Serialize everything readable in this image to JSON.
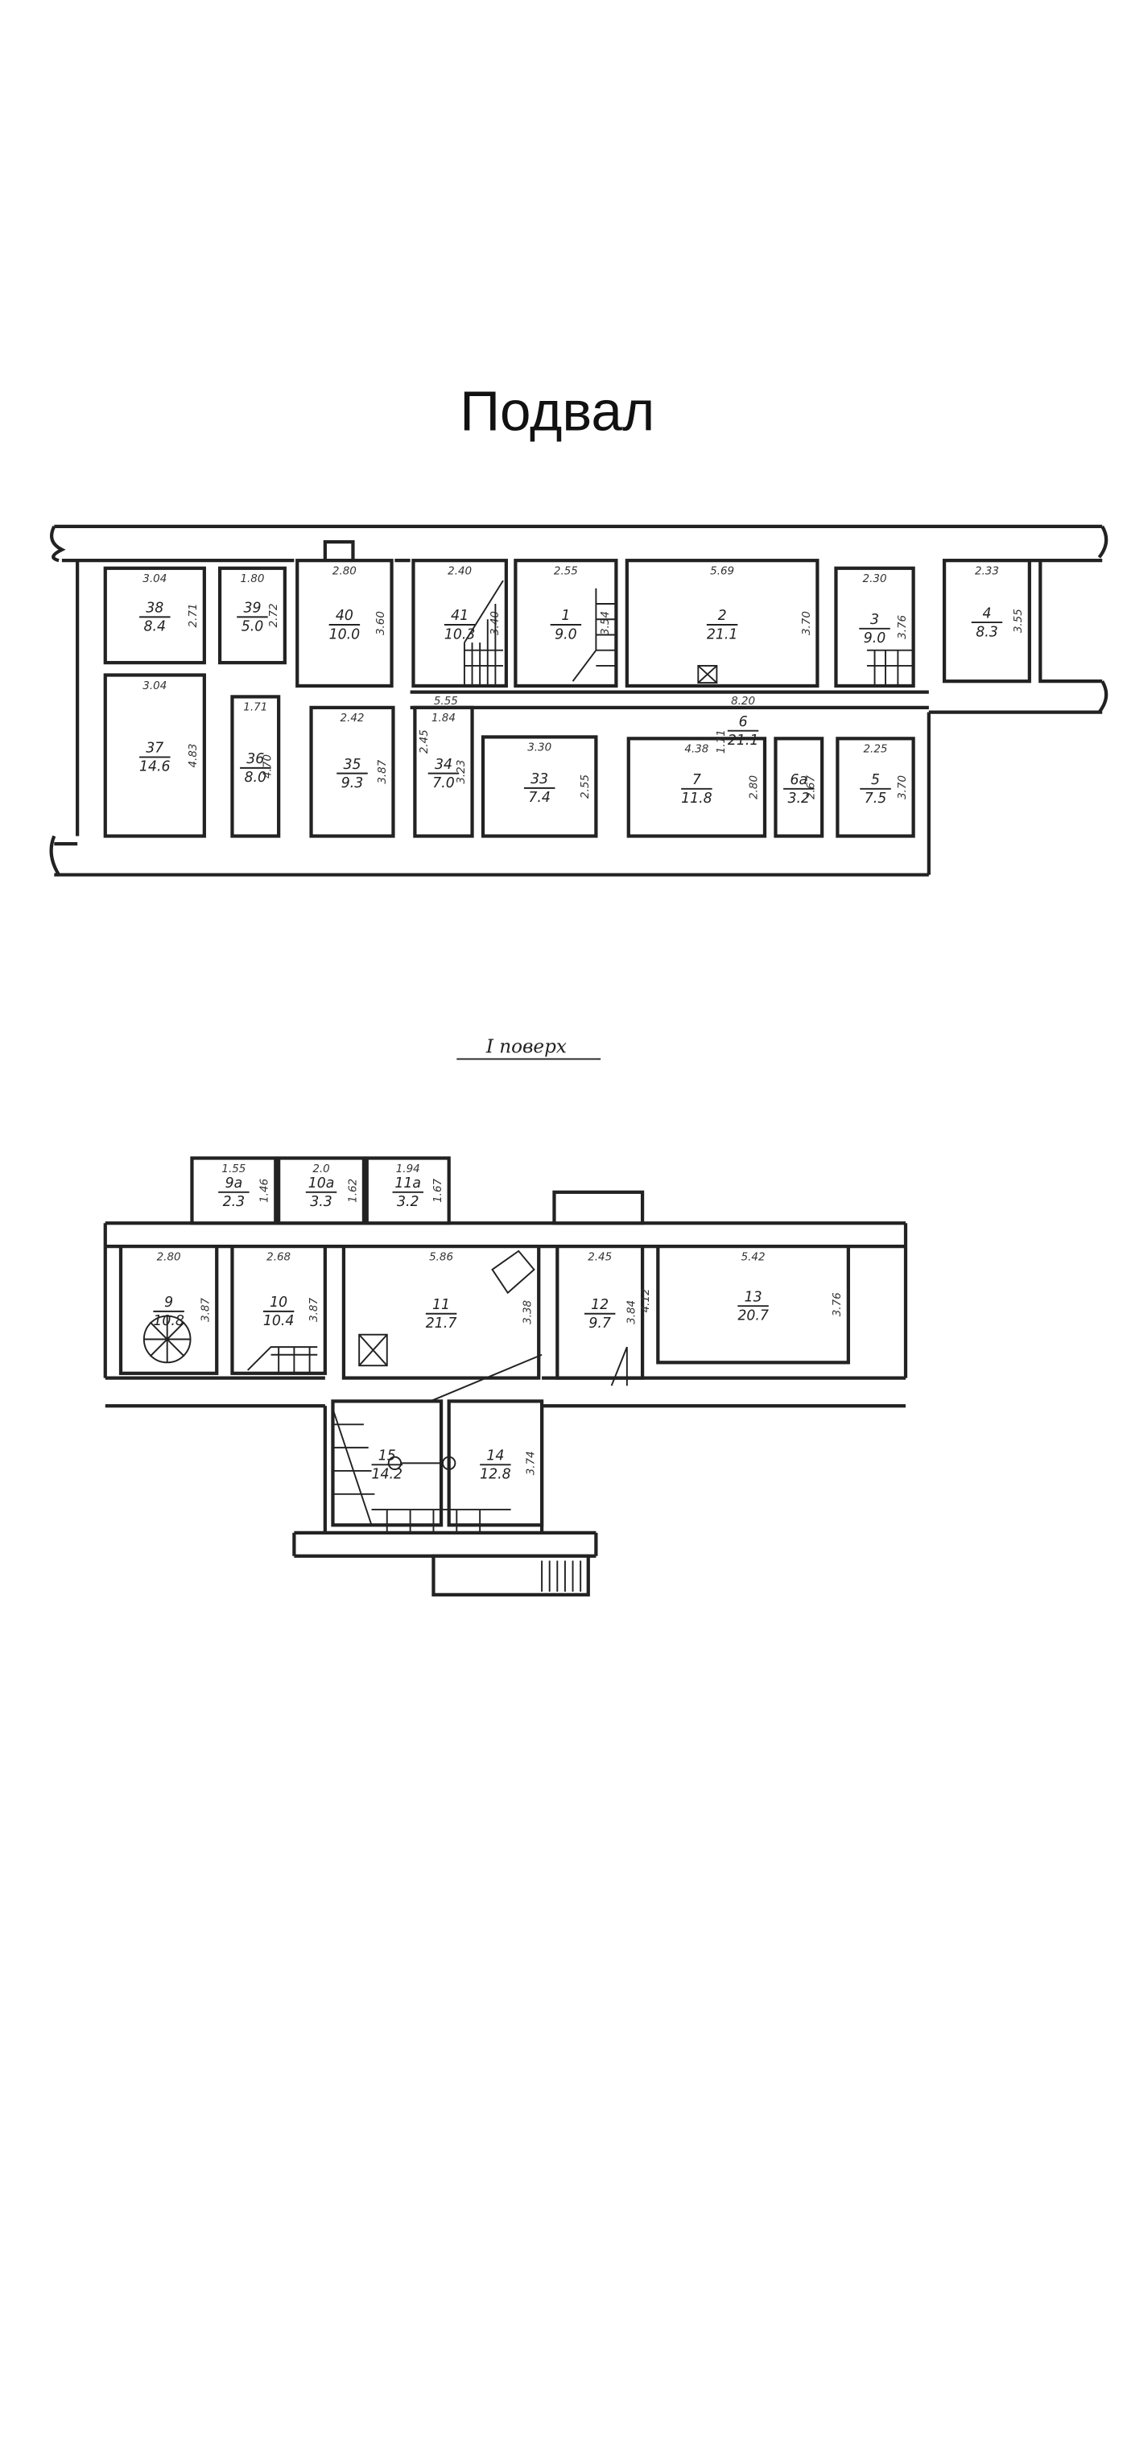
{
  "basement": {
    "title": "Подвал",
    "rooms": [
      {
        "number": "38",
        "area": "8.4",
        "dims": [
          "3.04",
          "2.71"
        ]
      },
      {
        "number": "39",
        "area": "5.0",
        "dims": [
          "1.80",
          "2.72"
        ]
      },
      {
        "number": "40",
        "area": "10.0",
        "dims": [
          "2.80",
          "3.60"
        ]
      },
      {
        "number": "41",
        "area": "10.3",
        "dims": [
          "2.40",
          "3.40"
        ]
      },
      {
        "number": "1",
        "area": "9.0",
        "dims": [
          "2.55",
          "3.54"
        ]
      },
      {
        "number": "2",
        "area": "21.1",
        "dims": [
          "5.69",
          "3.70"
        ]
      },
      {
        "number": "3",
        "area": "9.0",
        "dims": [
          "2.30",
          "3.76"
        ]
      },
      {
        "number": "4",
        "area": "8.3",
        "dims": [
          "2.33",
          "3.55"
        ]
      },
      {
        "number": "37",
        "area": "14.6",
        "dims": [
          "3.04",
          "4.83"
        ]
      },
      {
        "number": "36",
        "area": "8.0",
        "dims": [
          "1.71",
          "4.70"
        ]
      },
      {
        "number": "35",
        "area": "9.3",
        "dims": [
          "2.42",
          "3.87"
        ]
      },
      {
        "number": "34",
        "area": "7.0",
        "dims": [
          "1.84",
          "3.23"
        ]
      },
      {
        "number": "33",
        "area": "7.4",
        "dims": [
          "3.30",
          "2.55"
        ]
      },
      {
        "number": "7",
        "area": "11.8",
        "dims": [
          "4.38",
          "2.80"
        ]
      },
      {
        "number": "6а",
        "area": "3.2",
        "dims": [
          "",
          "2.67"
        ]
      },
      {
        "number": "5",
        "area": "7.5",
        "dims": [
          "2.25",
          "3.70"
        ]
      },
      {
        "number": "6",
        "area": "21.1",
        "dims": [
          "8.20",
          "1.11"
        ]
      },
      {
        "number": "",
        "area": "",
        "dims": [
          "5.55",
          "2.45"
        ]
      }
    ]
  },
  "first_floor": {
    "title": "I поверх",
    "rooms": [
      {
        "number": "9а",
        "area": "2.3",
        "dims": [
          "1.55",
          "1.46"
        ]
      },
      {
        "number": "10а",
        "area": "3.3",
        "dims": [
          "2.0",
          "1.62"
        ]
      },
      {
        "number": "11а",
        "area": "3.2",
        "dims": [
          "1.94",
          "1.67"
        ]
      },
      {
        "number": "9",
        "area": "10.8",
        "dims": [
          "2.80",
          "3.87"
        ]
      },
      {
        "number": "10",
        "area": "10.4",
        "dims": [
          "2.68",
          "3.87"
        ]
      },
      {
        "number": "11",
        "area": "21.7",
        "dims": [
          "5.86",
          "3.38"
        ]
      },
      {
        "number": "12",
        "area": "9.7",
        "dims": [
          "2.45",
          "3.84"
        ]
      },
      {
        "number": "13",
        "area": "20.7",
        "dims": [
          "5.42",
          "3.76"
        ]
      },
      {
        "number": "15",
        "area": "14.2",
        "dims": [
          "",
          ""
        ]
      },
      {
        "number": "14",
        "area": "12.8",
        "dims": [
          "",
          "3.74"
        ]
      }
    ],
    "extra_dims": [
      "4.12"
    ]
  }
}
